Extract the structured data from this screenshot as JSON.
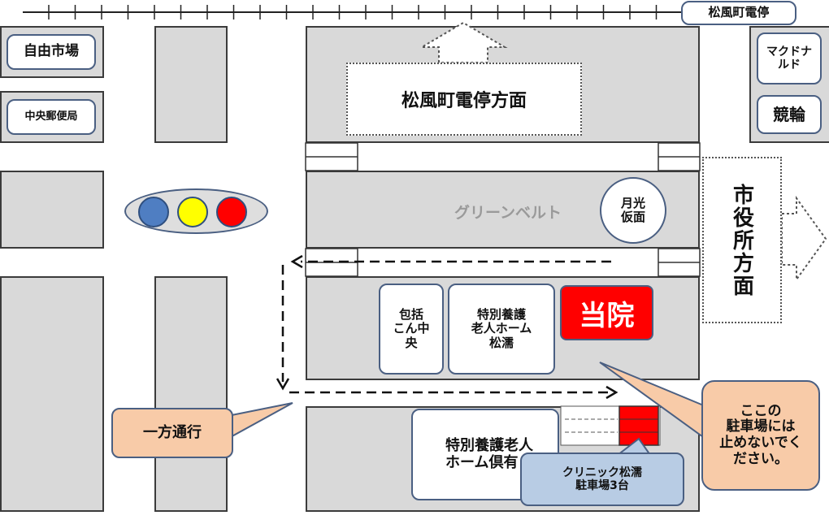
{
  "landmarks": {
    "tram_stop": "松風町電停",
    "jiyu_market": "自由市場",
    "post_office": "中央郵便局",
    "mcdonalds": "マクドナ\nルド",
    "keirin": "競輪",
    "tram_direction": "松風町電停方面",
    "city_hall_direction": "市役所方面",
    "green_belt": "グリーンベルト",
    "gekko_kamen": "月光\n仮面",
    "houkatsu_center": "包括\nこん中\n央",
    "nursing_home_matsunure": "特別養護\n老人ホーム\n松濡",
    "our_clinic": "当院",
    "nursing_home_kurabu": "特別養護老人\nホーム倶有",
    "clinic_parking": "クリニック松濡\n駐車場3台"
  },
  "callouts": {
    "one_way": "一方通行",
    "no_parking": "ここの\n駐車場には\n止めないでく\nださい。"
  },
  "colors": {
    "clinic_red": "#ff0000",
    "road_block": "#d9d9d9",
    "callout_orange": "#f8cba8",
    "callout_blue": "#b8cce4",
    "signal_blue": "#4f7ec2",
    "signal_yellow": "#ffff00",
    "signal_red": "#ff0000"
  }
}
